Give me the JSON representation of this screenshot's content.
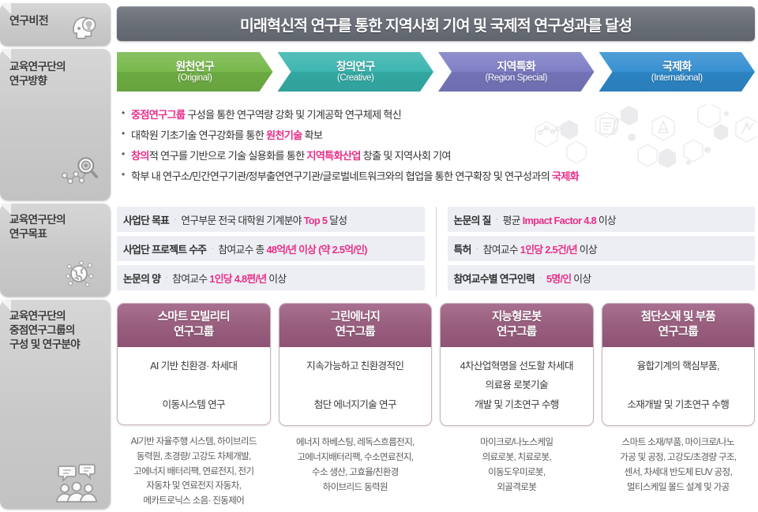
{
  "sections": {
    "vision": {
      "side_label": "연구비전",
      "side_icon": "head-lightbulb-icon",
      "banner_text": "미래혁신적 연구를 통한 지역사회 기여 및 국제적 연구성과를 달성"
    },
    "direction": {
      "side_label": "교육연구단의\n연구방향",
      "side_icon": "network-search-icon",
      "arrows": [
        {
          "ko": "원천연구",
          "en": "(Original)",
          "color": "#73b646"
        },
        {
          "ko": "창의연구",
          "en": "(Creative)",
          "color": "#36b3ad"
        },
        {
          "ko": "지역특화",
          "en": "(Region Special)",
          "color": "#7b7ac4"
        },
        {
          "ko": "국제화",
          "en": "(International)",
          "color": "#2e8ccf"
        }
      ],
      "bullets": [
        [
          {
            "t": "중점연구그룹",
            "hl": true
          },
          {
            "t": " 구성을 통한 연구역량 강화 및 기계공학 연구체제 혁신",
            "hl": false
          }
        ],
        [
          {
            "t": "대학원 기초기술 연구강화를 통한 ",
            "hl": false
          },
          {
            "t": "원천기술",
            "hl": true
          },
          {
            "t": " 확보",
            "hl": false
          }
        ],
        [
          {
            "t": "창의",
            "hl": true
          },
          {
            "t": "적 연구를 기반으로 기술 실용화를 통한 ",
            "hl": false
          },
          {
            "t": "지역특화산업",
            "hl": true
          },
          {
            "t": " 창출 및 지역사회 기여",
            "hl": false
          }
        ],
        [
          {
            "t": "학부 내 연구소/민간연구기관/정부출연연구기관/글로벌네트워크와의 협업을 통한 연구확장 및 연구성과의 ",
            "hl": false
          },
          {
            "t": "국제화",
            "hl": true
          }
        ]
      ],
      "watermark_icon": "science-hexagon-watermark"
    },
    "goals": {
      "side_label": "교육연구단의\n연구목표",
      "side_icon": "globe-network-icon",
      "left": [
        {
          "label": "사업단 목표",
          "parts": [
            {
              "t": "연구부문 전국 대학원 기계분야 ",
              "hl": false
            },
            {
              "t": "Top 5",
              "hl": true
            },
            {
              "t": " 달성",
              "hl": false
            }
          ]
        },
        {
          "label": "사업단 프로젝트 수주",
          "parts": [
            {
              "t": "참여교수 총 ",
              "hl": false
            },
            {
              "t": "48억/년 이상 (약 2.5억/인)",
              "hl": true
            }
          ]
        },
        {
          "label": "논문의 양",
          "parts": [
            {
              "t": "참여교수 ",
              "hl": false
            },
            {
              "t": "1인당 4.8편/년",
              "hl": true
            },
            {
              "t": " 이상",
              "hl": false
            }
          ]
        }
      ],
      "right": [
        {
          "label": "논문의 질",
          "parts": [
            {
              "t": "평균 ",
              "hl": false
            },
            {
              "t": "Impact Factor 4.8",
              "hl": true
            },
            {
              "t": " 이상",
              "hl": false
            }
          ]
        },
        {
          "label": "특허",
          "parts": [
            {
              "t": "참여교수 ",
              "hl": false
            },
            {
              "t": "1인당 2.5건/년",
              "hl": true
            },
            {
              "t": " 이상",
              "hl": false
            }
          ]
        },
        {
          "label": "참여교수별 연구인력",
          "parts": [
            {
              "t": "5명/인",
              "hl": true
            },
            {
              "t": " 이상",
              "hl": false
            }
          ]
        }
      ]
    },
    "groups": {
      "side_label": "교육연구단의\n중점연구그룹의\n구성 및 연구분야",
      "side_icon": "people-chat-icon",
      "items": [
        {
          "title": "스마트 모빌리티\n연구그룹",
          "summary": "AI 기반 친환경·  차세대\n\n이동시스템 연구",
          "detail": "AI기반 자율주행 시스템, 하이브리드\n동력원, 초경량/ 고강도 차체개발,\n고에너지 배터리팩, 연료전지, 전기\n자동차 및 연료전지 자동차,\n메카트로닉스 소음·  진동제어"
        },
        {
          "title": "그린에너지\n연구그룹",
          "summary": "지속가능하고 친환경적인\n\n첨단 에너지기술 연구",
          "detail": "에너지 하베스팅, 레독스흐름전지,\n고에너지배터리팩, 수소연료전지,\n수소 생산, 고효율/친환경\n하이브리드 동력원"
        },
        {
          "title": "지능형로봇\n연구그룹",
          "summary": "4차산업혁명을 선도할 차세대\n의료용 로봇기술\n개발 및 기초연구 수행",
          "detail": "마이크로/나노스케일\n의료로봇, 치료로봇,\n이동도우미로봇,\n외골격로봇"
        },
        {
          "title": "첨단소재 및 부품\n연구그룹",
          "summary": "융합기계의 핵심부품,\n\n소재개발 및 기초연구 수행",
          "detail": "스마트 소재/부품, 마이크로/나노\n가공 및 공정, 고강도/초경량 구조,\n센서, 차세대 반도체 EUV 공정,\n멀티스케일 몰드 설계 및 가공"
        }
      ]
    }
  },
  "colors": {
    "highlight": "#e8308a",
    "banner": "#6b7079",
    "card_header": "#9a5f7f",
    "sidebar": "#c9c9c9"
  }
}
